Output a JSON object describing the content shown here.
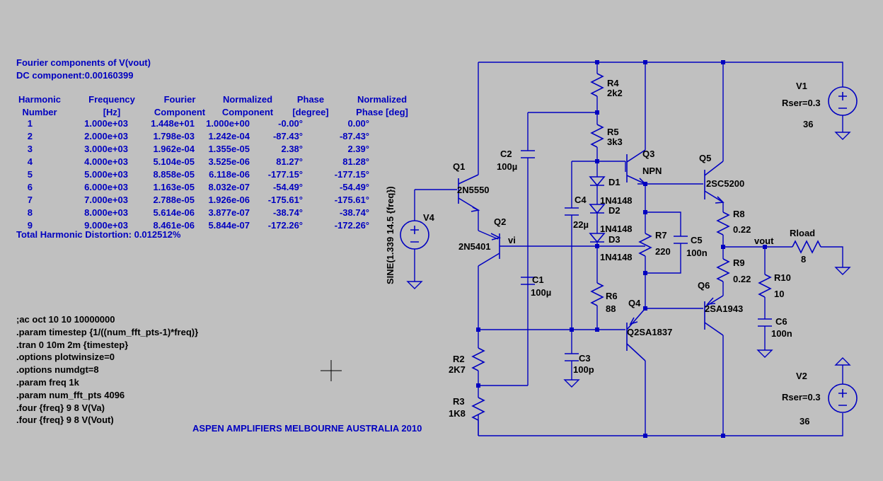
{
  "fourier": {
    "title": "Fourier components of V(vout)",
    "dc": "DC component:0.00160399",
    "headers1": [
      "Harmonic",
      "Frequency",
      "Fourier",
      "Normalized",
      "Phase",
      "Normalized"
    ],
    "headers2": [
      "Number",
      "[Hz]",
      "Component",
      "Component",
      "[degree]",
      "Phase [deg]"
    ],
    "rows": [
      [
        "1",
        "1.000e+03",
        "1.448e+01",
        "1.000e+00",
        "-0.00°",
        "0.00°"
      ],
      [
        "2",
        "2.000e+03",
        "1.798e-03",
        "1.242e-04",
        "-87.43°",
        "-87.43°"
      ],
      [
        "3",
        "3.000e+03",
        "1.962e-04",
        "1.355e-05",
        "2.38°",
        "2.39°"
      ],
      [
        "4",
        "4.000e+03",
        "5.104e-05",
        "3.525e-06",
        "81.27°",
        "81.28°"
      ],
      [
        "5",
        "5.000e+03",
        "8.858e-05",
        "6.118e-06",
        "-177.15°",
        "-177.15°"
      ],
      [
        "6",
        "6.000e+03",
        "1.163e-05",
        "8.032e-07",
        "-54.49°",
        "-54.49°"
      ],
      [
        "7",
        "7.000e+03",
        "2.788e-05",
        "1.926e-06",
        "-175.61°",
        "-175.61°"
      ],
      [
        "8",
        "8.000e+03",
        "5.614e-06",
        "3.877e-07",
        "-38.74°",
        "-38.74°"
      ],
      [
        "9",
        "9.000e+03",
        "8.461e-06",
        "5.844e-07",
        "-172.26°",
        "-172.26°"
      ]
    ],
    "thd": "Total Harmonic Distortion: 0.012512%"
  },
  "directives": [
    ";ac oct 10 10 10000000",
    ".param timestep {1/((num_fft_pts-1)*freq)}",
    ".tran 0 10m 2m {timestep}",
    ".options plotwinsize=0",
    ".options numdgt=8",
    ".param freq 1k",
    ".param num_fft_pts 4096",
    ".four {freq} 9 8 V(Va)",
    ".four {freq} 9 8 V(Vout)"
  ],
  "credit": "ASPEN AMPLIFIERS MELBOURNE AUSTRALIA 2010",
  "labels": {
    "R4": "R4",
    "R4v": "2k2",
    "R5": "R5",
    "R5v": "3k3",
    "Q3": "Q3",
    "Q3t": "NPN",
    "Q5": "Q5",
    "Q5t": "2SC5200",
    "V1": "V1",
    "V1r": "Rser=0.3",
    "V1v": "36",
    "C2": "C2",
    "C2v": "100µ",
    "Q1": "Q1",
    "Q1t": "2N5550",
    "D1": "D1",
    "D1t": "1N4148",
    "D2": "D2",
    "D2t": "1N4148",
    "D3": "D3",
    "D3t": "1N4148",
    "C4": "C4",
    "C4v": "22µ",
    "R8": "R8",
    "R8v": "0.22",
    "V4": "V4",
    "V4s": "SINE(1.339 14.5 {freq})",
    "Q2": "Q2",
    "Q2t": "2N5401",
    "vi": "vi",
    "R7": "R7",
    "R7v": "220",
    "C5": "C5",
    "C5v": "100n",
    "vout": "vout",
    "Rload": "Rload",
    "Rloadv": "8",
    "R9": "R9",
    "R9v": "0.22",
    "C1": "C1",
    "C1v": "100µ",
    "R10": "R10",
    "R10v": "10",
    "Q6": "Q6",
    "Q6t": "2SA1943",
    "R6": "R6",
    "R6v": "88",
    "Q4": "Q4",
    "Q4t": "Q2SA1837",
    "C6": "C6",
    "C6v": "100n",
    "R2": "R2",
    "R2v": "2K7",
    "C3": "C3",
    "C3v": "100p",
    "R3": "R3",
    "R3v": "1K8",
    "V2": "V2",
    "V2r": "Rser=0.3",
    "V2v": "36"
  },
  "colors": {
    "background": "#c0c0c0",
    "wire": "#0000c0",
    "text": "#000000"
  },
  "cursor_icon": "crosshair-cursor-icon"
}
